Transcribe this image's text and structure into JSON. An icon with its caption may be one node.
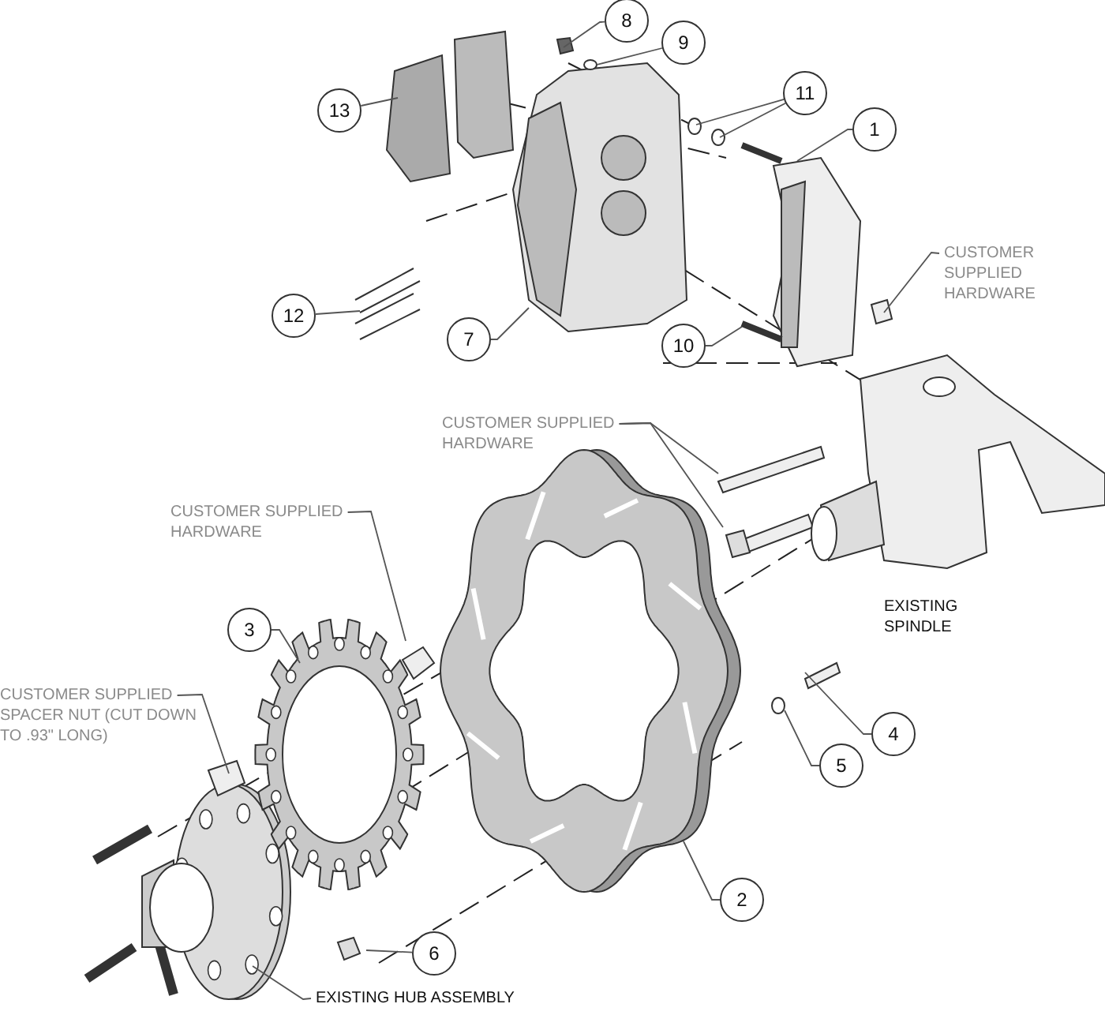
{
  "diagram": {
    "nodes": [
      {
        "text": [
          "8"
        ]
      },
      {
        "text": [
          "9"
        ]
      },
      {
        "text": [
          "13"
        ]
      },
      {
        "text": [
          "11"
        ]
      },
      {
        "text": [
          "1"
        ]
      },
      {
        "text": [
          "12"
        ]
      },
      {
        "text": [
          "7"
        ]
      },
      {
        "text": [
          "10"
        ]
      },
      {
        "text": [
          "CUSTOMER SUPPLIED HARDWARE"
        ]
      },
      {
        "text": [
          "CUSTOMER SUPPLIED HARDWARE"
        ]
      },
      {
        "text": [
          "CUSTOMER SUPPLIED HARDWARE"
        ]
      },
      {
        "text": [
          "3"
        ]
      },
      {
        "text": [
          "CUSTOMER SUPPLIED SPACER NUT (CUT DOWN TO .93\" LONG)"
        ]
      },
      {
        "text": [
          "EXISTING SPINDLE"
        ]
      },
      {
        "text": [
          "4"
        ]
      },
      {
        "text": [
          "5"
        ]
      },
      {
        "text": [
          "2"
        ]
      },
      {
        "text": [
          "6"
        ]
      },
      {
        "text": [
          "EXISTING HUB ASSEMBLY"
        ]
      }
    ],
    "edges": [
      {
        "from": 0,
        "to": null,
        "arrow": "none"
      },
      {
        "from": 1,
        "to": null,
        "arrow": "none"
      },
      {
        "from": 2,
        "to": null,
        "arrow": "none"
      },
      {
        "from": 3,
        "to": null,
        "arrow": "none"
      },
      {
        "from": 3,
        "to": null,
        "arrow": "none"
      },
      {
        "from": 4,
        "to": null,
        "arrow": "none"
      },
      {
        "from": 5,
        "to": null,
        "arrow": "none"
      },
      {
        "from": 6,
        "to": null,
        "arrow": "none"
      },
      {
        "from": 7,
        "to": null,
        "arrow": "none"
      },
      {
        "from": 8,
        "to": null,
        "arrow": "none"
      },
      {
        "from": 9,
        "to": null,
        "arrow": "none"
      },
      {
        "from": 9,
        "to": null,
        "arrow": "none"
      },
      {
        "from": 10,
        "to": null,
        "arrow": "none"
      },
      {
        "from": 11,
        "to": null,
        "arrow": "none"
      },
      {
        "from": 12,
        "to": null,
        "arrow": "none"
      },
      {
        "from": 14,
        "to": null,
        "arrow": "none"
      },
      {
        "from": 15,
        "to": null,
        "arrow": "none"
      },
      {
        "from": 16,
        "to": null,
        "arrow": "none"
      },
      {
        "from": 17,
        "to": null,
        "arrow": "none"
      },
      {
        "from": 18,
        "to": null,
        "arrow": "none"
      }
    ]
  }
}
